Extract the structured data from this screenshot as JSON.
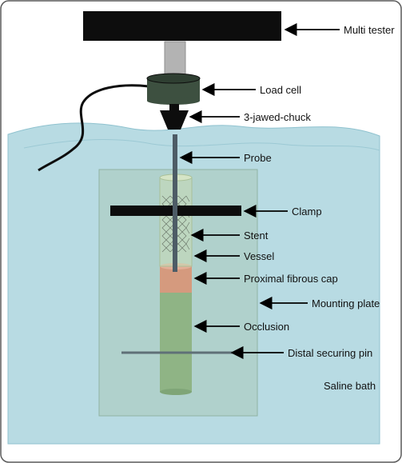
{
  "labels": {
    "multi_tester": "Multi tester",
    "load_cell": "Load cell",
    "chuck": "3-jawed-chuck",
    "probe": "Probe",
    "clamp": "Clamp",
    "stent": "Stent",
    "vessel": "Vessel",
    "fibrous_cap": "Proximal fibrous cap",
    "mounting_plate": "Mounting plate",
    "occlusion": "Occlusion",
    "securing_pin": "Distal securing pin",
    "saline_bath": "Saline bath"
  },
  "colors": {
    "frame": "#5a5a5a",
    "bath": "#b8dbe3",
    "bath_edge": "#8fc2cf",
    "plate": "#a9c9b9",
    "occlusion": "#8fb485",
    "cap": "#d59a7e",
    "vessel_top": "#c7d9b6",
    "load_cell": "#3d5040",
    "black": "#0d0d0d",
    "shaft": "#b3b3b3",
    "probe": "#4d5c66",
    "pin": "#5f7077"
  }
}
